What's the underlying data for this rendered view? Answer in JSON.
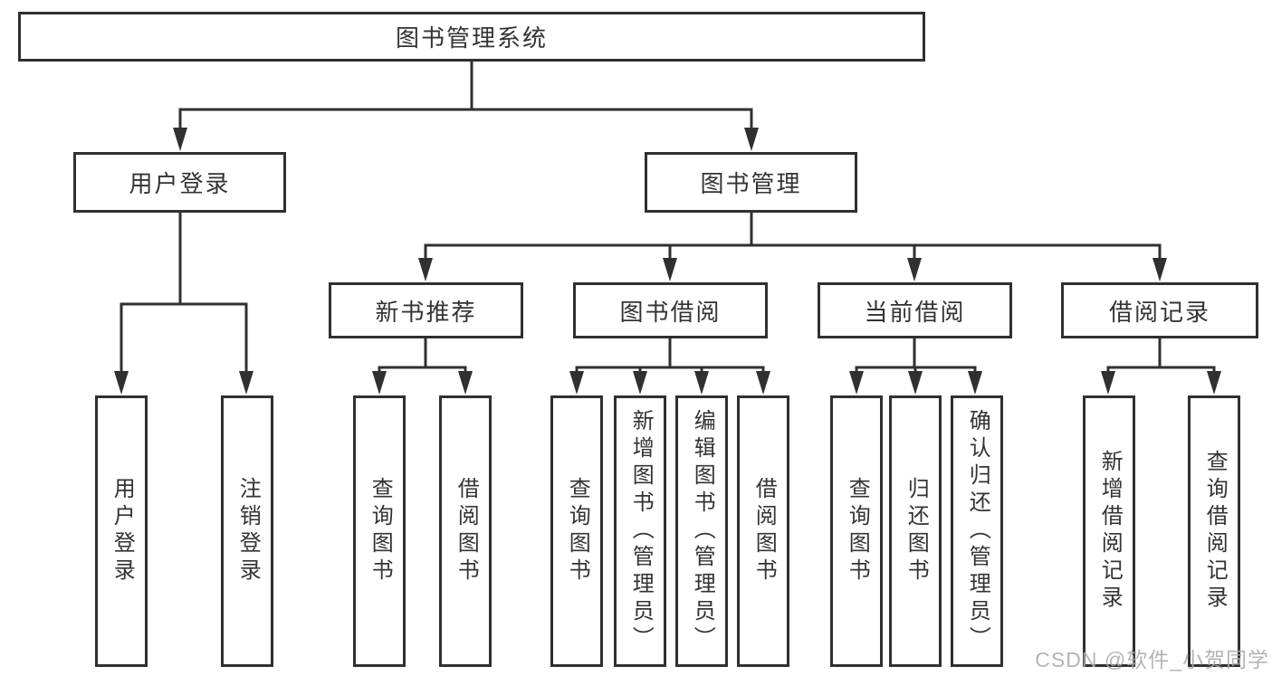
{
  "diagram_title": "图书管理系统",
  "colors": {
    "line": "#303030",
    "box_border": "#303030",
    "box_background": "#ffffff",
    "text": "#333333",
    "watermark": "#acacac"
  },
  "tree": {
    "label": "图书管理系统",
    "children": [
      {
        "label": "用户登录",
        "children": [
          {
            "label": "用户登录"
          },
          {
            "label": "注销登录"
          }
        ]
      },
      {
        "label": "图书管理",
        "children": [
          {
            "label": "新书推荐",
            "children": [
              {
                "label": "查询图书"
              },
              {
                "label": "借阅图书"
              }
            ]
          },
          {
            "label": "图书借阅",
            "children": [
              {
                "label": "查询图书"
              },
              {
                "label": "新增图书（管理员）"
              },
              {
                "label": "编辑图书（管理员）"
              },
              {
                "label": "借阅图书"
              }
            ]
          },
          {
            "label": "当前借阅",
            "children": [
              {
                "label": "查询图书"
              },
              {
                "label": "归还图书"
              },
              {
                "label": "确认归还（管理员）"
              }
            ]
          },
          {
            "label": "借阅记录",
            "children": [
              {
                "label": "新增借阅记录"
              },
              {
                "label": "查询借阅记录"
              }
            ]
          }
        ]
      }
    ]
  },
  "watermark": {
    "text": "CSDN @软件_小贺同学"
  }
}
